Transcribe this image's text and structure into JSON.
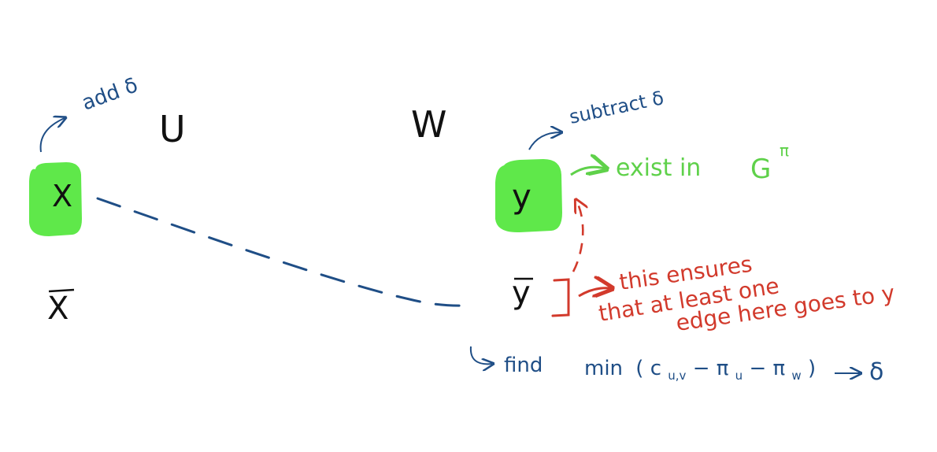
{
  "colors": {
    "ink_black": "#111111",
    "ink_blue": "#1f4e86",
    "ink_green": "#5fd14a",
    "highlight_green": "#5fe84a",
    "ink_red": "#d23a2c"
  },
  "labels": {
    "add_delta": "add δ",
    "subtract_delta": "subtract δ",
    "set_u": "U",
    "set_w": "W",
    "node_x": "X",
    "node_y": "y",
    "node_xbar": "X",
    "node_ybar": "y",
    "exists_text": "exist in",
    "graph_symbol": "G",
    "graph_superscript": "π",
    "ensures_line1": "this ensures",
    "ensures_line2": "that at least one",
    "ensures_line3": "edge here goes to y",
    "find_text": "find",
    "formula_min": "min",
    "formula_expr": "( c",
    "formula_sub": "u,v",
    "formula_rest": " − π",
    "formula_pi_u_sub": "u",
    "formula_minus2": " − π",
    "formula_pi_w_sub": "w",
    "formula_close": " )",
    "formula_result": "δ"
  }
}
